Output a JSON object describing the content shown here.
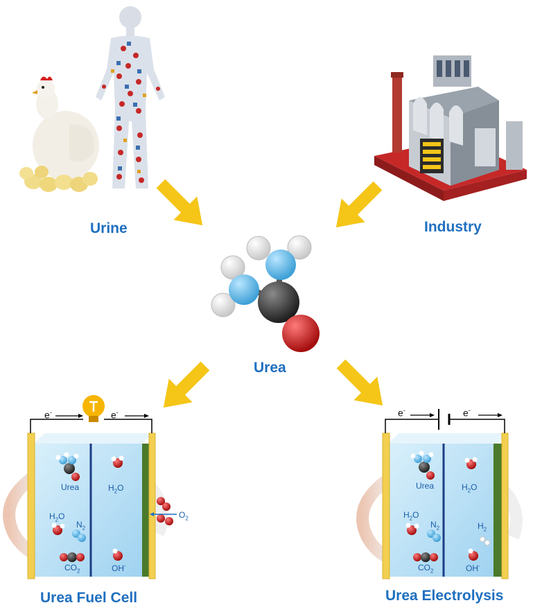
{
  "sources": {
    "left_label": "Urine",
    "right_label": "Industry"
  },
  "center": {
    "label": "Urea"
  },
  "fuel_cell": {
    "title": "Urea Fuel Cell",
    "electron_left": "e",
    "electron_right": "e",
    "electron_sup": "-",
    "urea": "Urea",
    "water_top": "H",
    "water_top_sub": "2",
    "water_top_tail": "O",
    "water_left": "H",
    "water_left_sub": "2",
    "water_left_tail": "O",
    "nitrogen": "N",
    "nitrogen_sub": "2",
    "co2": "CO",
    "co2_sub": "2",
    "hydroxide": "OH",
    "hydroxide_sup": "-",
    "oxygen": "O",
    "oxygen_sub": "2"
  },
  "electrolysis": {
    "title": "Urea Electrolysis",
    "electron_left": "e",
    "electron_right": "e",
    "electron_sup": "-",
    "urea": "Urea",
    "water_top": "H",
    "water_top_sub": "2",
    "water_top_tail": "O",
    "water_left": "H",
    "water_left_sub": "2",
    "water_left_tail": "O",
    "nitrogen": "N",
    "nitrogen_sub": "2",
    "hydrogen": "H",
    "hydrogen_sub": "2",
    "co2": "CO",
    "co2_sub": "2",
    "hydroxide": "OH",
    "hydroxide_sup": "-"
  },
  "colors": {
    "label_blue": "#1f6fc0",
    "arrow_yellow": "#f5c518",
    "nitrogen_blue": "#5bb8e8",
    "carbon": "#333333",
    "oxygen_red": "#c81e1e",
    "electrolyte": "#bfe3f7"
  }
}
